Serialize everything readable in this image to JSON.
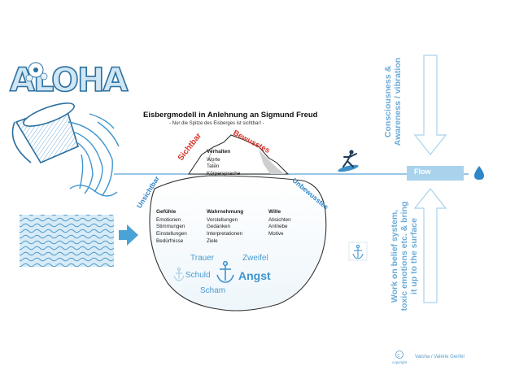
{
  "logo": {
    "text": "ALOHA"
  },
  "diagram": {
    "title": "Eisbergmodell in Anlehnung an Sigmund Freud",
    "subtitle": "- Nur die Spitze des Eisberges ist sichtbar! -",
    "label_sichtbar": "Sichtbar",
    "label_bewusstes": "Bewusstes",
    "label_unsichtbar": "Unsichtbar",
    "label_unbewusstes": "Unbewusstes",
    "tip": {
      "heading": "Verhalten",
      "items": [
        "Worte",
        "Taten",
        "Körpersprache"
      ]
    },
    "columns": [
      {
        "heading": "Gefühle",
        "items": [
          "Emotionen",
          "Stimmungen",
          "Einstellungen",
          "Bedürfnisse"
        ]
      },
      {
        "heading": "Wahrnehmung",
        "items": [
          "Vorstellungen",
          "Gedanken",
          "Interpretationen",
          "Ziele"
        ]
      },
      {
        "heading": "Wille",
        "items": [
          "Absichten",
          "Antriebe",
          "Motive"
        ]
      }
    ],
    "emotions": [
      "Trauer",
      "Zweifel",
      "Schuld",
      "Angst",
      "Scham"
    ]
  },
  "right_panel": {
    "top_text": [
      "Consciousness &",
      "Awareness / vibration"
    ],
    "flow_label": "Flow",
    "bottom_text": [
      "Work on belief system,",
      "toxic emotions etc. & bring",
      "it up to the surface"
    ]
  },
  "footer": {
    "copyright_label": "copyright",
    "credit": "Valoha / Valérie Genfel"
  },
  "colors": {
    "accent_blue": "#3f95cf",
    "light_blue": "#a9d3ec",
    "red": "#d9342b",
    "water": "#bcdcee"
  }
}
